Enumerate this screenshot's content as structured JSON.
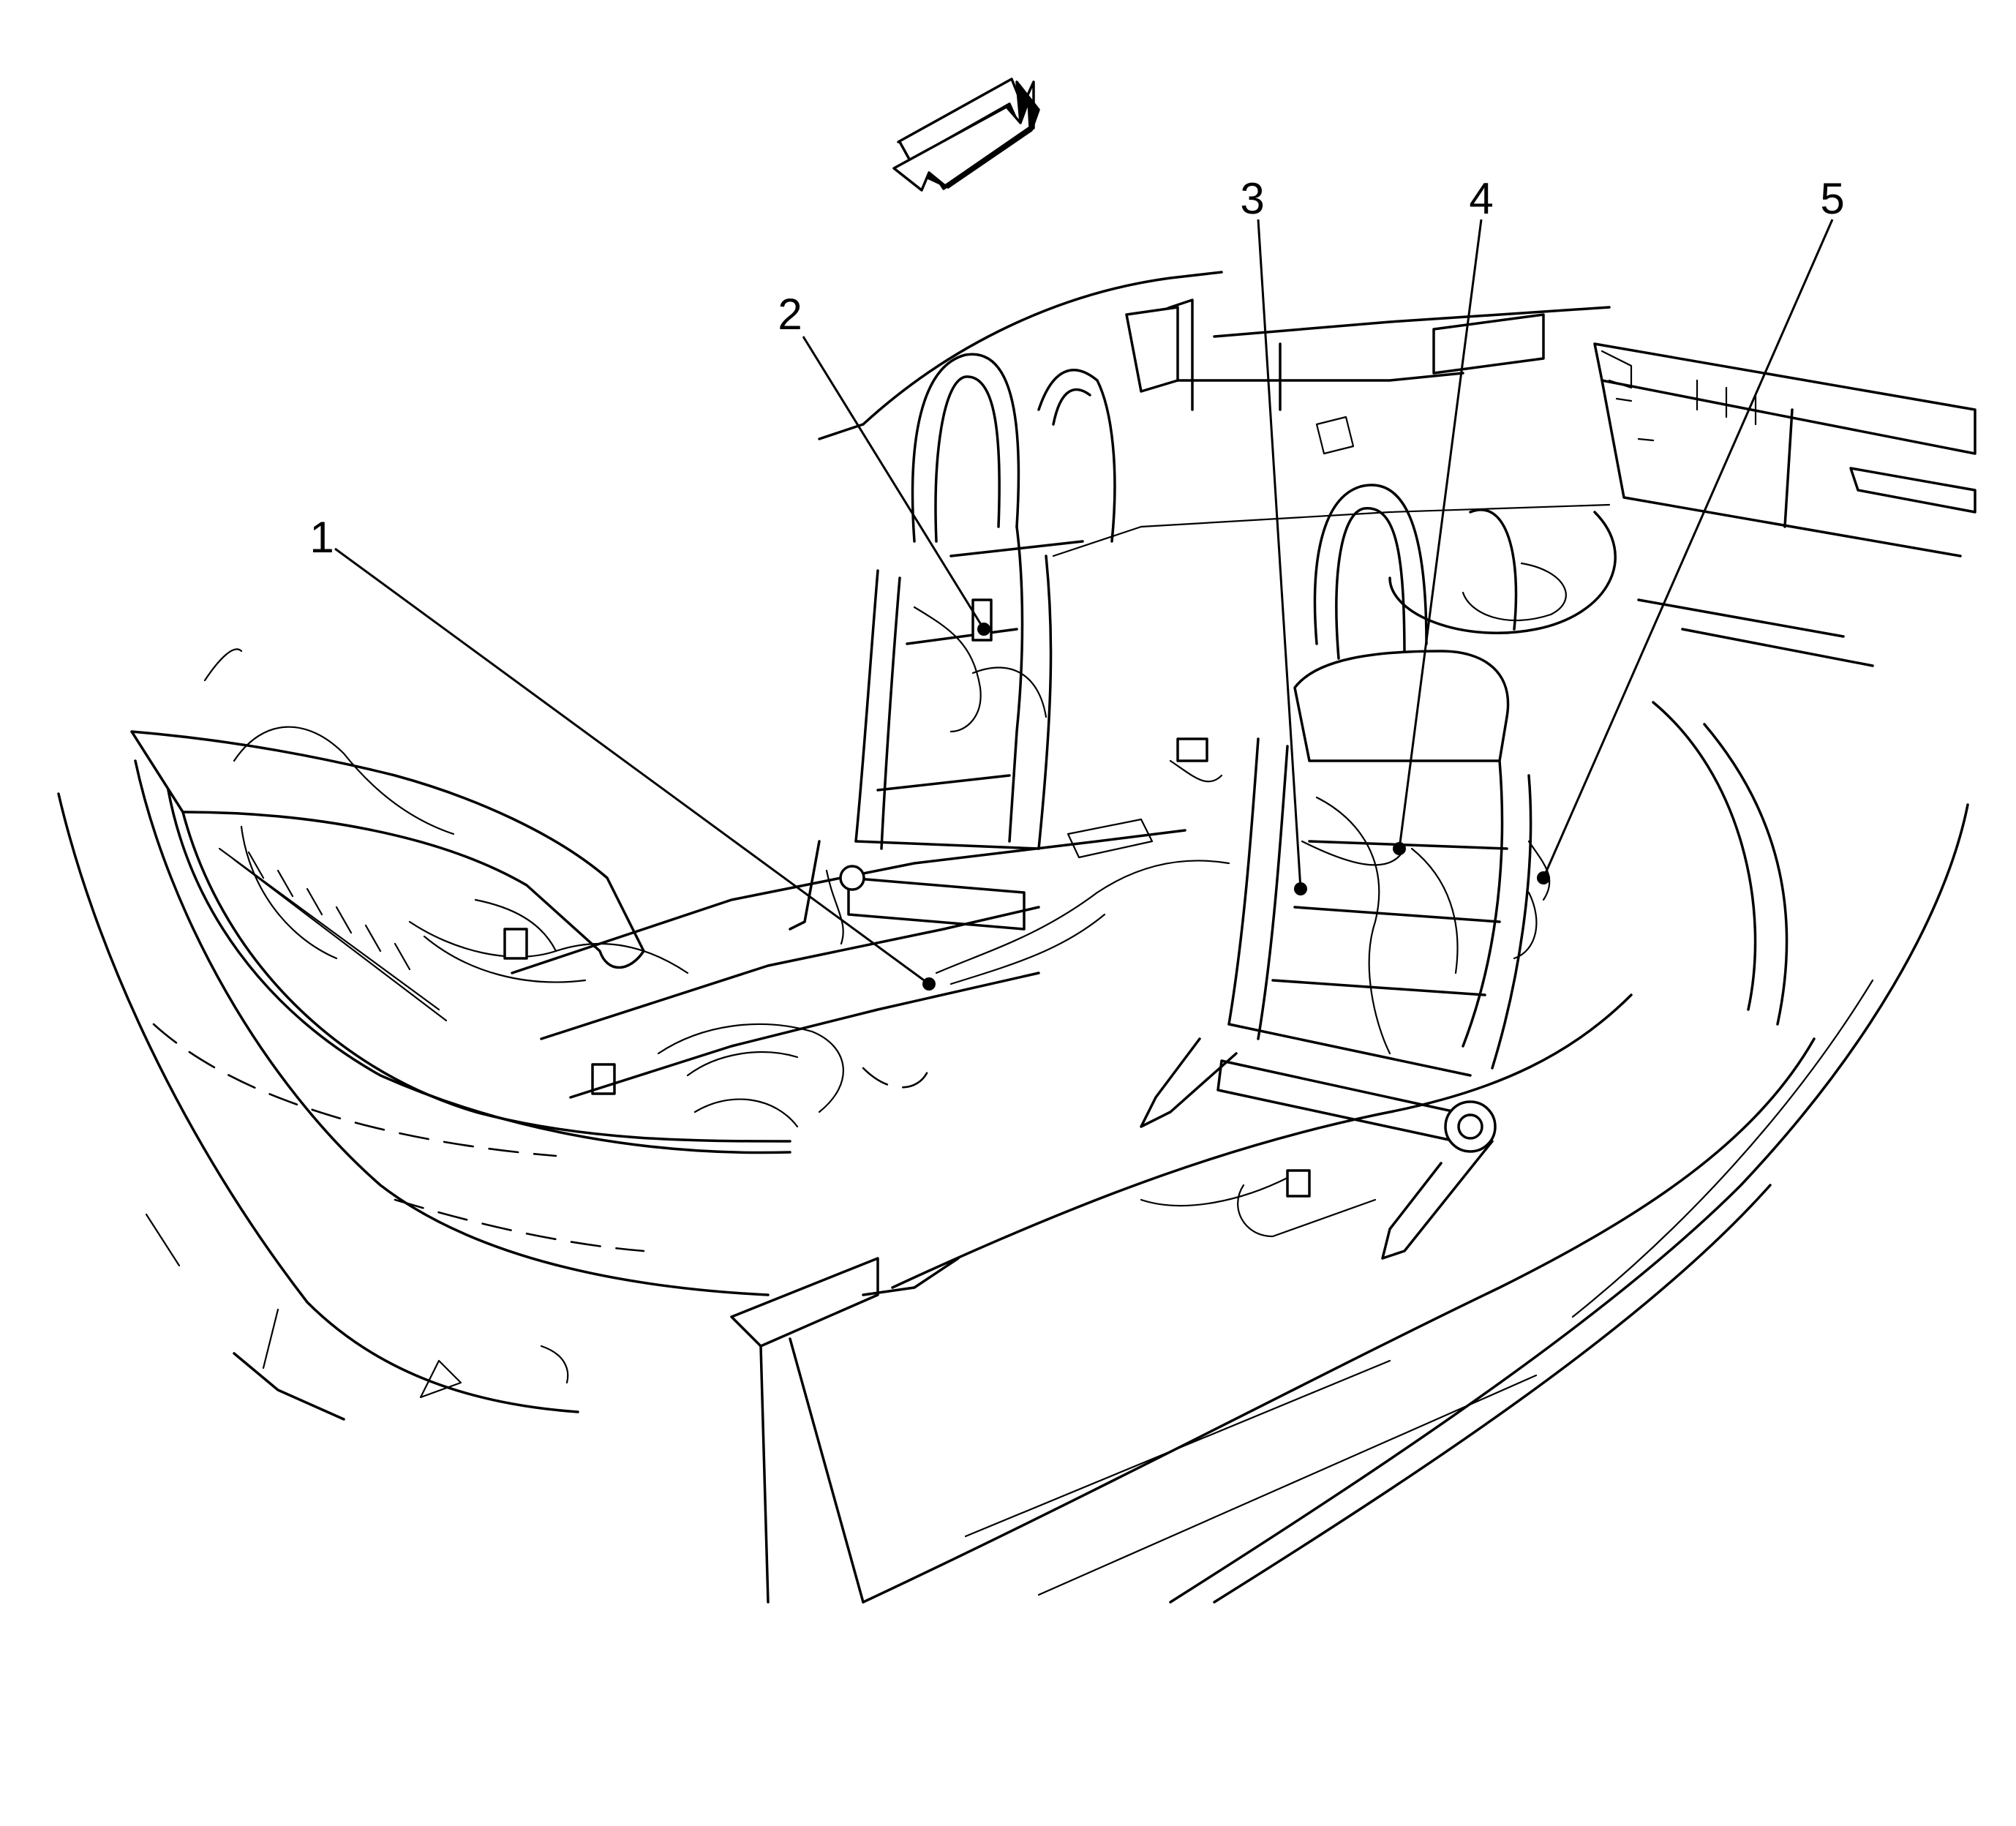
{
  "callouts": [
    {
      "id": "1",
      "label": "1"
    },
    {
      "id": "2",
      "label": "2"
    },
    {
      "id": "3",
      "label": "3"
    },
    {
      "id": "4",
      "label": "4"
    },
    {
      "id": "5",
      "label": "5"
    }
  ],
  "icons": {
    "direction_arrow": "front-direction-arrow-icon"
  },
  "colors": {
    "line": "#000000",
    "background": "#ffffff"
  }
}
